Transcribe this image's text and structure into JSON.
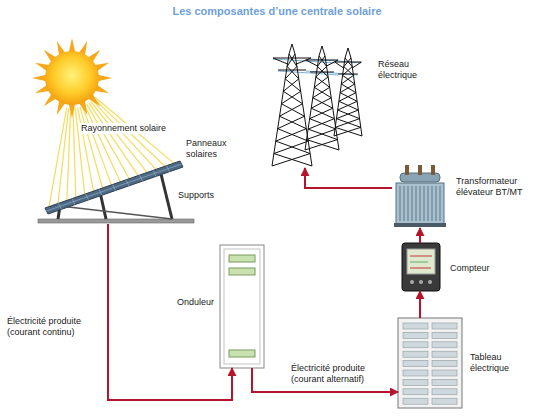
{
  "diagram": {
    "title": "Les composantes d’une centrale solaire",
    "nodes": [
      {
        "text": [
          "Panneaux solaires"
        ]
      },
      {
        "text": [
          "Réseau électrique"
        ]
      },
      {
        "text": [
          "Transformateur élévateur BT/MT"
        ]
      },
      {
        "text": [
          "Compteur"
        ]
      },
      {
        "text": [
          "Onduleur"
        ]
      },
      {
        "text": [
          "Tableau électrique"
        ]
      }
    ],
    "edges": [
      {
        "from": 0,
        "to": 4,
        "arrow": "to",
        "label": "Électricité produite (courant continu)"
      },
      {
        "from": 4,
        "to": 5,
        "arrow": "to",
        "label": "Électricité produite (courant alternatif)"
      },
      {
        "from": 5,
        "to": 3,
        "arrow": "to"
      },
      {
        "from": 3,
        "to": 2,
        "arrow": "to"
      },
      {
        "from": 2,
        "to": 1,
        "arrow": "to"
      }
    ],
    "labels": [
      "Rayonnement solaire",
      "Supports"
    ]
  }
}
